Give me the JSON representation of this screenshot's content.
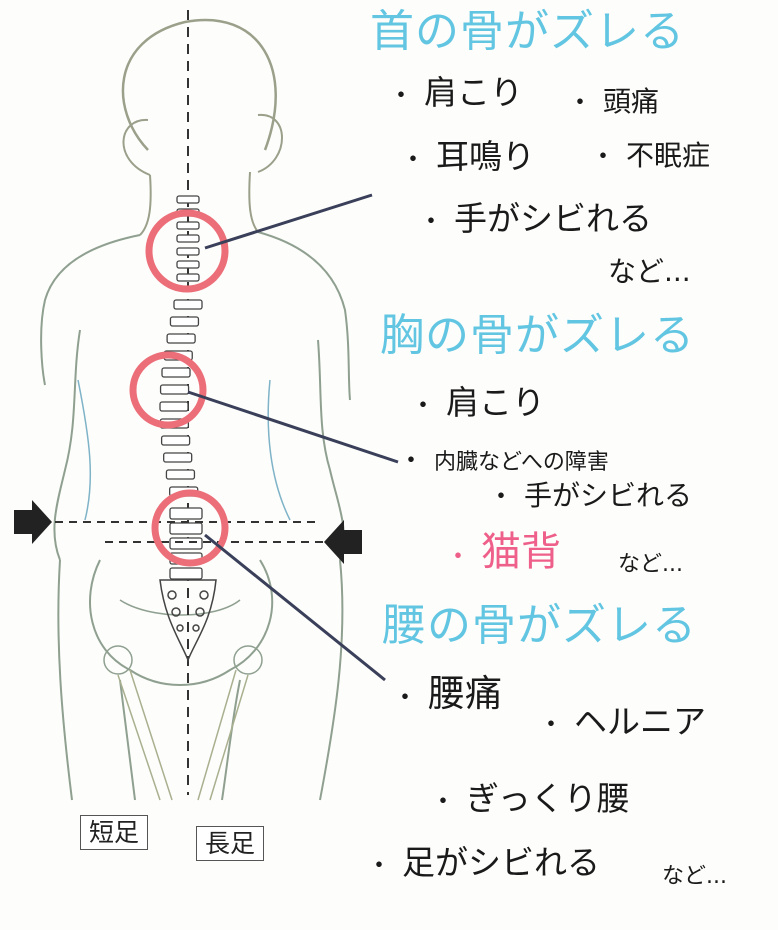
{
  "labels": {
    "short_leg": "短足",
    "long_leg": "長足"
  },
  "sections": [
    {
      "heading": "首の骨がズレる",
      "items": [
        "肩こり",
        "頭痛",
        "耳鳴り",
        "不眠症",
        "手がシビれる"
      ],
      "etc": "など..."
    },
    {
      "heading": "胸の骨がズレる",
      "items": [
        "肩こり",
        "内臓などへの障害",
        "手がシビれる",
        "猫背"
      ],
      "etc": "など..."
    },
    {
      "heading": "腰の骨がズレる",
      "items": [
        "腰痛",
        "ヘルニア",
        "ぎっくり腰",
        "足がシビれる"
      ],
      "etc": "など..."
    }
  ],
  "colors": {
    "heading": "#62c6e2",
    "highlight": "#ee5f8a",
    "circle": "#ec6e78",
    "text": "#1a1a1a",
    "outline": "#9aa08a"
  }
}
